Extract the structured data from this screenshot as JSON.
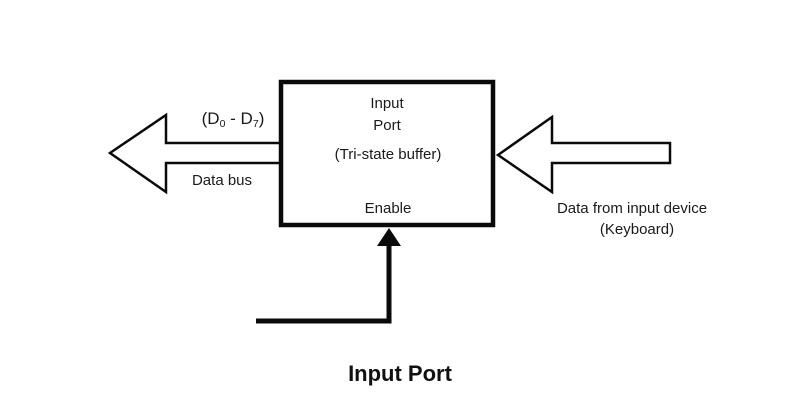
{
  "diagram": {
    "box": {
      "line1": "Input",
      "line2": "Port",
      "line3": "(Tri-state buffer)",
      "enable_label": "Enable"
    },
    "data_bus_arrow": {
      "range_pre": "(D",
      "range_sub_start": "0",
      "range_mid": " - D",
      "range_sub_end": "7",
      "range_post": ")",
      "label": "Data bus"
    },
    "input_device_arrow": {
      "label_line1": "Data from input device",
      "label_line2": "(Keyboard)"
    },
    "enable_signal": {},
    "title": "Input Port",
    "colors": {
      "stroke": "#0a0a0a",
      "background": "#ffffff"
    }
  }
}
